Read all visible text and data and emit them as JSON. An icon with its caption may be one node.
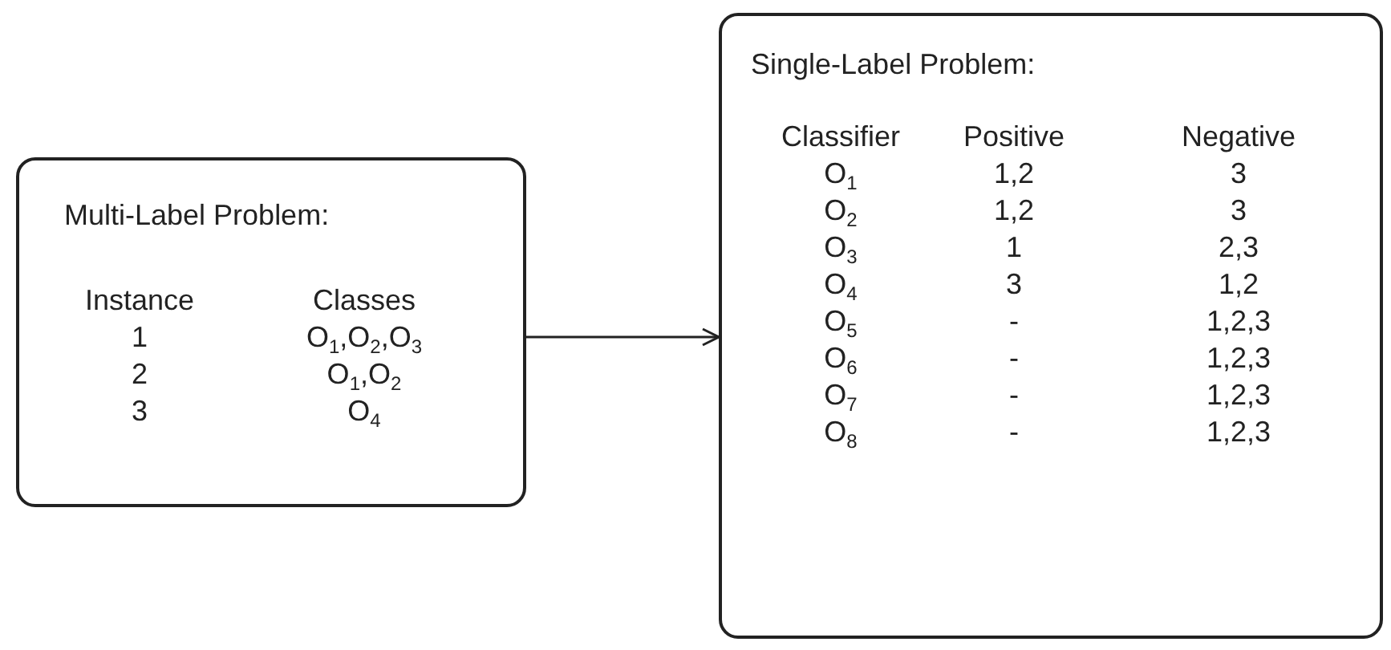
{
  "diagram": {
    "nodes": [
      {
        "text": [
          "Multi-Label Problem:",
          "Instance",
          "Classes",
          "1",
          "O$_{1}$,O$_{2}$,O$_{3}$",
          "2",
          "O$_{1}$,O$_{2}$",
          "3",
          "O$_{4}$"
        ]
      },
      {
        "text": [
          "Single-Label Problem:",
          "Classifier",
          "Positive",
          "Negative",
          "O$_{1}$",
          "1,2",
          "3",
          "O$_{2}$",
          "1,2",
          "3",
          "O$_{3}$",
          "1",
          "2,3",
          "O$_{4}$",
          "3",
          "1,2",
          "O$_{5}$",
          "-",
          "1,2,3",
          "O$_{6}$",
          "-",
          "1,2,3",
          "O$_{7}$",
          "-",
          "1,2,3",
          "O$_{8}$",
          "-",
          "1,2,3"
        ]
      }
    ],
    "edges": [
      {
        "from": 0,
        "to": 1,
        "arrow": "to"
      }
    ]
  }
}
